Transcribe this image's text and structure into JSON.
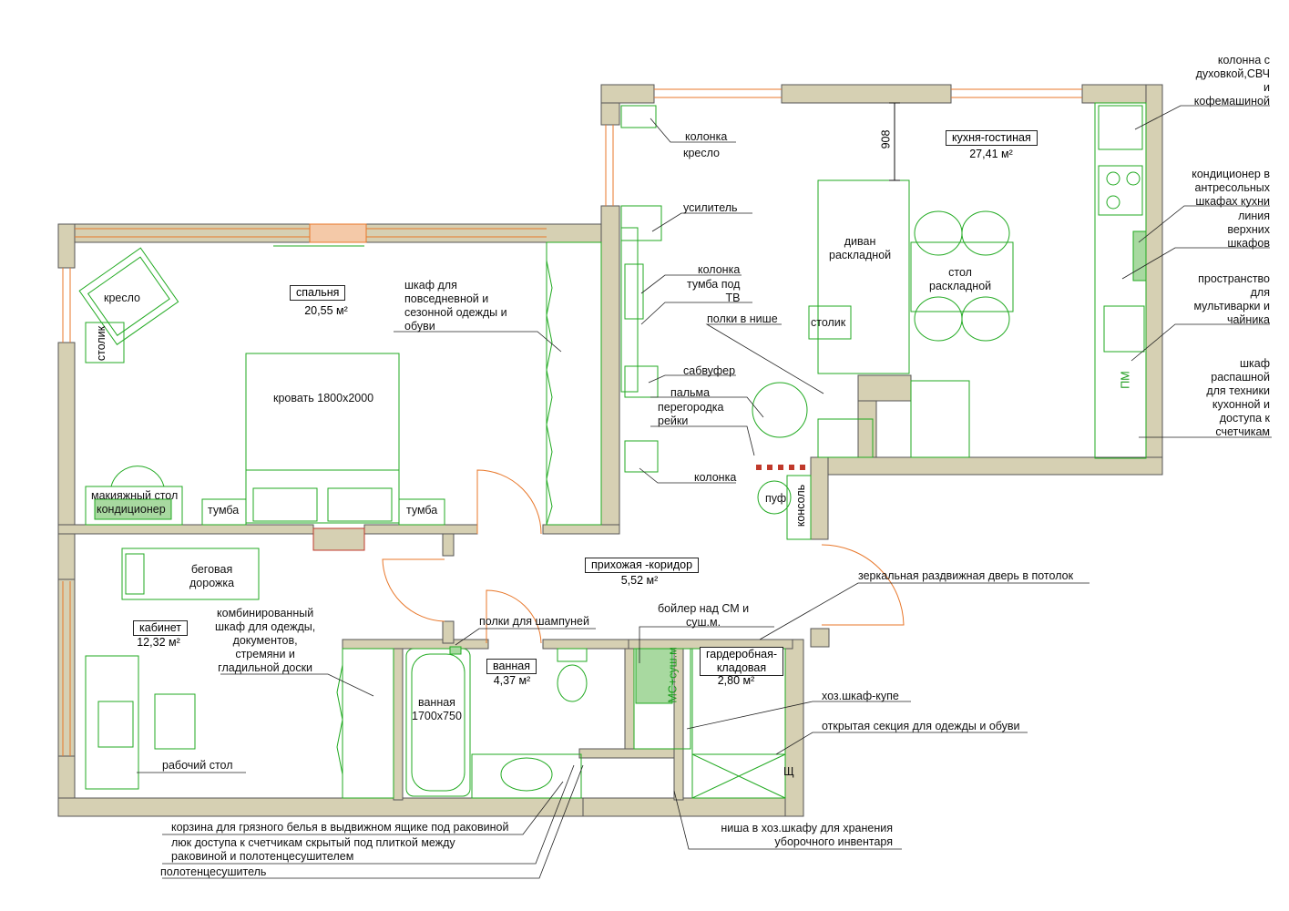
{
  "colors": {
    "wall": "#d6d0b3",
    "wall_stroke": "#555555",
    "furniture": "#22aa22",
    "window": "#e8772a",
    "leader": "#222222",
    "green_fill": "#a8d9a0"
  },
  "rooms": {
    "bedroom": {
      "name": "спальня",
      "area": "20,55 м²"
    },
    "kitchen": {
      "name": "кухня-гостиная",
      "area": "27,41 м²"
    },
    "study": {
      "name": "кабинет",
      "area": "12,32 м²"
    },
    "hall": {
      "name": "прихожая -коридор",
      "area": "5,52 м²"
    },
    "bathroom": {
      "name": "ванная",
      "area": "4,37 м²"
    },
    "wardrobe": {
      "name": "гардеробная-\nкладовая",
      "area": "2,80 м²"
    }
  },
  "dimension": "908",
  "furniture": {
    "armchair_bedroom": "кресло",
    "side_table": "столик",
    "bed": "кровать 1800х2000",
    "vanity": "макияжный стол",
    "ac": "кондиционер",
    "nightstand_left": "тумба",
    "nightstand_right": "тумба",
    "treadmill": "беговая\nдорожка",
    "bath": "ванная\n1700х750",
    "sofa": "диван\nраскладной",
    "table": "стол\nраскладной",
    "coffee_table": "столик",
    "pouf": "пуф",
    "console": "консоль",
    "boiler": "МС+суш.м",
    "dw": "ПМ",
    "armchair_living": "кресло"
  },
  "callouts": {
    "wardrobe_bedroom": "шкаф для\nповседневной и\nсезонной одежды и\nобуви",
    "speaker_top": "колонка",
    "amplifier": "усилитель",
    "speaker_mid": "колонка",
    "tv_stand": "тумба под\nТВ",
    "niche_shelves": "полки в нише",
    "subwoofer": "сабвуфер",
    "palm": "пальма",
    "partition": "перегородка\nрейки",
    "speaker_bottom": "колонка",
    "column_oven": "колонна с\nдуховкой,СВЧ\nи\nкофемашиной",
    "ac_kitchen": "кондиционер в\nантресольных\nшкафах кухни",
    "upper_cabinets": "линия\nверхних\nшкафов",
    "multicooker": "пространство\nдля\nмультиварки и\nчайника",
    "meter_cabinet": "шкаф\nраспашной\nдля техники\nкухонной и\nдоступа к\nсчетчикам",
    "mirror_door": "зеркальная раздвижная дверь в потолок",
    "boiler": "бойлер над СМ и\nсуш.м.",
    "shampoo": "полки для шампуней",
    "combined_wardrobe": "комбинированный\nшкаф для одежды,\nдокументов,\nстремяни и\nгладильной доски",
    "desk": "рабочий стол",
    "compartment": "хоз.шкаф-купе",
    "open_section": "открытая секция для одежды и обуви",
    "laundry_basket": "корзина для грязного белья в выдвижном ящике под раковиной",
    "meter_hatch": "люк доступа к счетчикам скрытый под плиткой между\nраковиной и полотенцесушителем",
    "towel_dryer": "полотенцесушитель",
    "cleaning_niche": "ниша в хоз.шкафу для хранения\nуборочного инвентаря"
  },
  "shield_mark": "Щ"
}
